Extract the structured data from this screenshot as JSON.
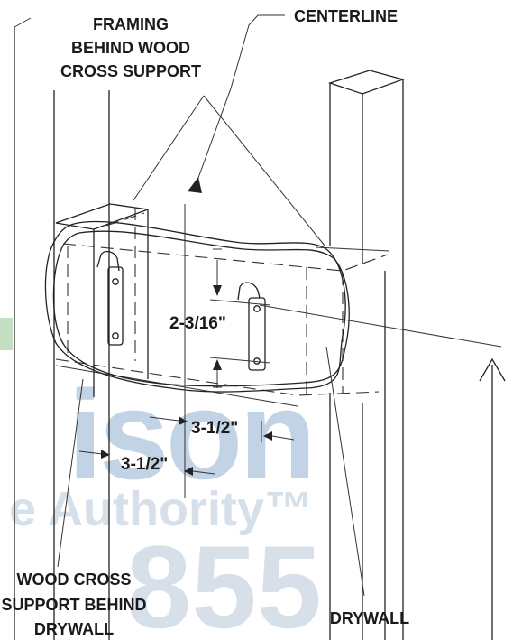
{
  "labels": {
    "framing": [
      "FRAMING",
      "BEHIND WOOD",
      "CROSS SUPPORT"
    ],
    "centerline": "CENTERLINE",
    "wood_cross": [
      "WOOD CROSS",
      "SUPPORT BEHIND",
      "DRYWALL"
    ],
    "drywall": "DRYWALL"
  },
  "dimensions": {
    "vertical": "2-3/16\"",
    "horizontal_upper": "3-1/2\"",
    "horizontal_lower": "3-1/2\""
  },
  "watermark": {
    "line1": "ison",
    "line2": "e Authority™",
    "line3": "855",
    "color": "#9ab4cf"
  }
}
